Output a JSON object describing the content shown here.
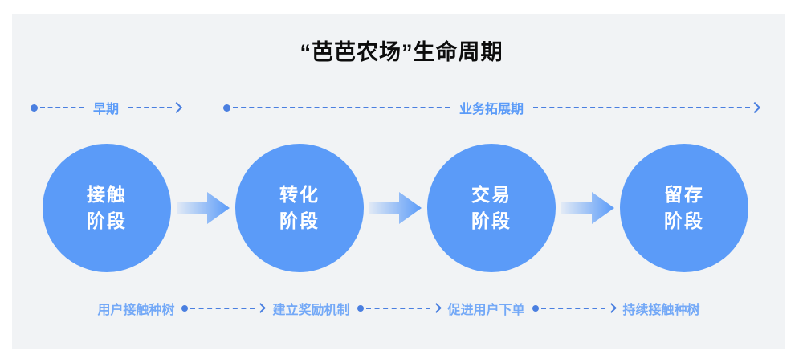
{
  "title": "“芭芭农场”生命周期",
  "colors": {
    "panel_background": "#f1f3f5",
    "circle_blue": "#5b9bf8",
    "dashed_blue": "#4a7fe0",
    "caption_blue": "#74a9f7",
    "title_black": "#0d0d0d",
    "circle_label_white": "#ffffff"
  },
  "phases": [
    {
      "label": "早期"
    },
    {
      "label": "业务拓展期"
    }
  ],
  "stages": [
    {
      "line1": "接触",
      "line2": "阶段"
    },
    {
      "line1": "转化",
      "line2": "阶段"
    },
    {
      "line1": "交易",
      "line2": "阶段"
    },
    {
      "line1": "留存",
      "line2": "阶段"
    }
  ],
  "captions": [
    {
      "label": "用户接触种树"
    },
    {
      "label": "建立奖励机制"
    },
    {
      "label": "促进用户下单"
    },
    {
      "label": "持续接触种树"
    }
  ]
}
